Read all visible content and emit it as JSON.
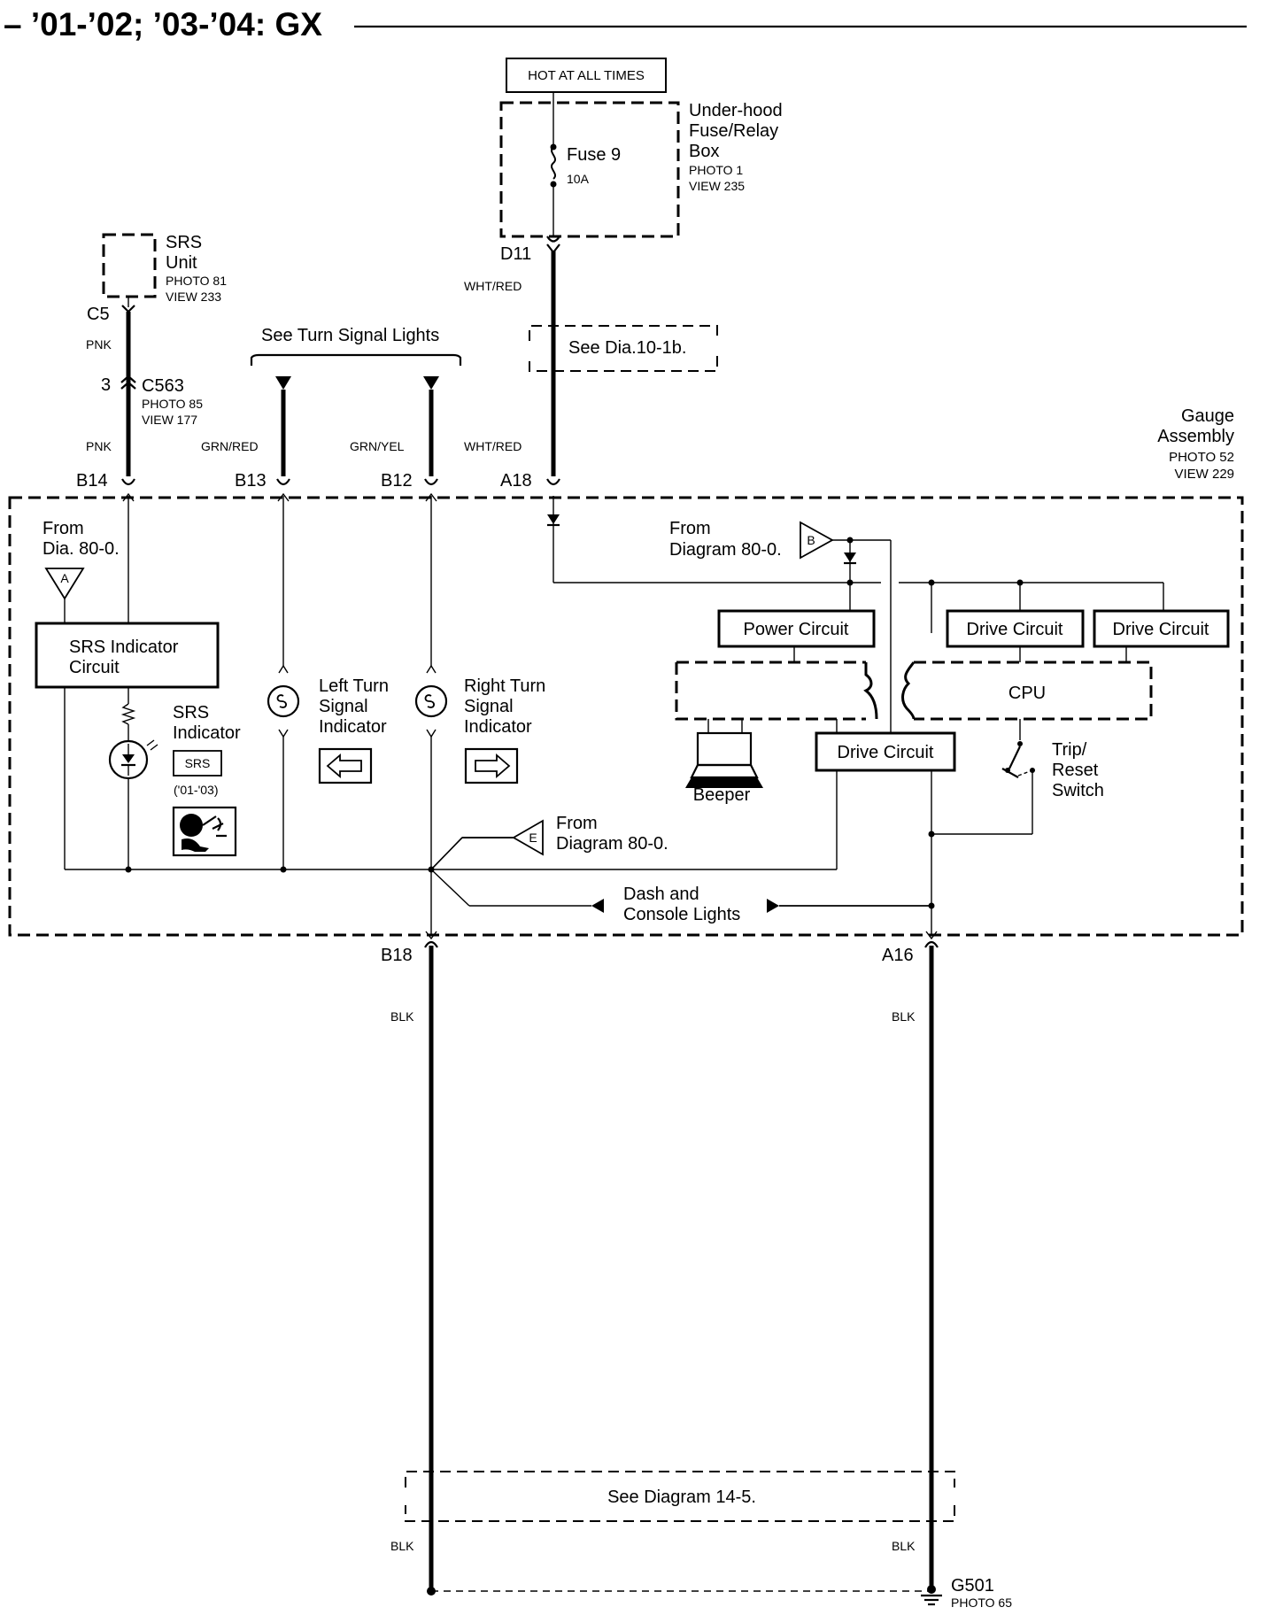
{
  "title": "– ’01-’02; ’03-’04: GX",
  "power_source": "HOT AT ALL TIMES",
  "fuse_box": {
    "name_lines": [
      "Under-hood",
      "Fuse/Relay",
      "Box"
    ],
    "photo": "PHOTO 1",
    "view": "VIEW 235"
  },
  "fuse": {
    "name": "Fuse 9",
    "rating": "10A"
  },
  "srs_unit": {
    "name_lines": [
      "SRS",
      "Unit"
    ],
    "photo": "PHOTO 81",
    "view": "VIEW 233"
  },
  "connector_c563": {
    "pin": "3",
    "name": "C563",
    "photo": "PHOTO 85",
    "view": "VIEW 177"
  },
  "see_turn_signal": "See Turn Signal Lights",
  "see_dia_10": "See Dia.10-1b.",
  "see_dia_14": "See  Diagram 14-5.",
  "gauge": {
    "name_lines": [
      "Gauge",
      "Assembly"
    ],
    "photo": "PHOTO 52",
    "view": "VIEW 229"
  },
  "terminals": {
    "c5": "C5",
    "d11": "D11",
    "b14": "B14",
    "b13": "B13",
    "b12": "B12",
    "a18": "A18",
    "b18": "B18",
    "a16": "A16"
  },
  "wire_colors": {
    "pnk": "PNK",
    "grn_red": "GRN/RED",
    "grn_yel": "GRN/YEL",
    "wht_red": "WHT/RED",
    "blk": "BLK"
  },
  "from_a": {
    "lines": [
      "From",
      "Dia. 80-0."
    ],
    "marker": "A"
  },
  "from_b": {
    "lines": [
      "From",
      "Diagram 80-0."
    ],
    "marker": "B"
  },
  "from_e": {
    "lines": [
      "From",
      "Diagram 80-0."
    ],
    "marker": "E"
  },
  "srs_indicator_circuit": [
    "SRS Indicator",
    "Circuit"
  ],
  "srs_indicator": {
    "lines": [
      "SRS",
      "Indicator"
    ],
    "badge": "SRS",
    "years": "('01-'03)"
  },
  "left_turn": [
    "Left Turn",
    "Signal",
    "Indicator"
  ],
  "right_turn": [
    "Right Turn",
    "Signal",
    "Indicator"
  ],
  "power_circuit": "Power Circuit",
  "drive_circuit": "Drive Circuit",
  "cpu": "CPU",
  "beeper": "Beeper",
  "trip_switch": [
    "Trip/",
    "Reset",
    "Switch"
  ],
  "dash_lights": [
    "Dash and",
    "Console Lights"
  ],
  "ground": {
    "name": "G501",
    "photo": "PHOTO 65"
  }
}
